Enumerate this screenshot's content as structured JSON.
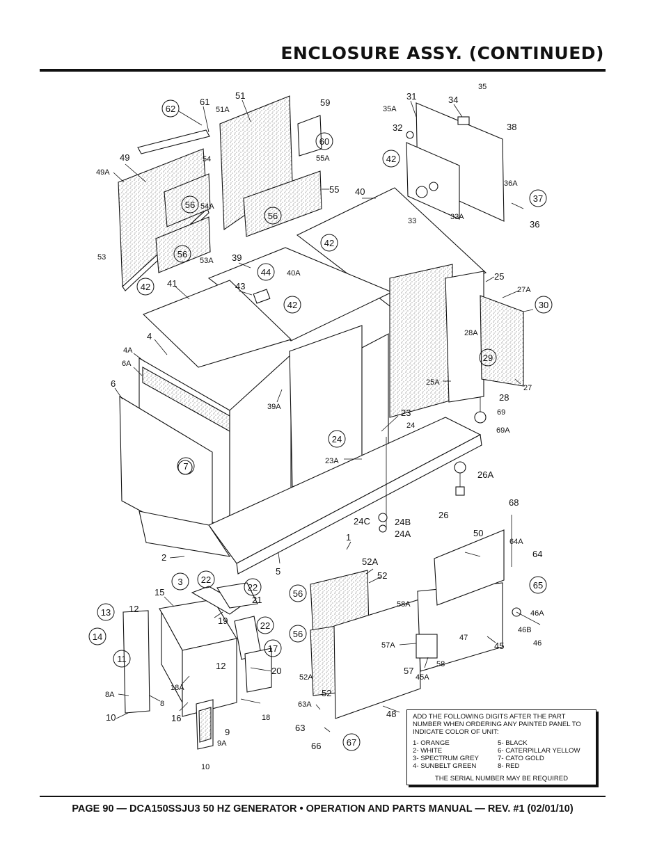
{
  "header": {
    "title": "ENCLOSURE ASSY. (CONTINUED)"
  },
  "footer": {
    "text": "PAGE 90 — DCA150SSJU3 50 HZ GENERATOR • OPERATION AND PARTS MANUAL — REV. #1 (02/01/10)"
  },
  "legend": {
    "heading": "ADD THE FOLLOWING DIGITS AFTER THE PART NUMBER WHEN ORDERING ANY PAINTED PANEL TO INDICATE COLOR OF UNIT:",
    "colors_left": [
      "1- ORANGE",
      "2- WHITE",
      "3- SPECTRUM GREY",
      "4- SUNBELT GREEN"
    ],
    "colors_right": [
      "5- BLACK",
      "6- CATERPILLAR YELLOW",
      "7- CATO GOLD",
      "8- RED"
    ],
    "note": "THE SERIAL NUMBER MAY BE REQUIRED"
  },
  "callouts": {
    "c62": "62",
    "c61": "61",
    "c51": "51",
    "c51A": "51A",
    "c59": "59",
    "c60": "60",
    "c49": "49",
    "c49A": "49A",
    "c54": "54",
    "c54A": "54A",
    "c55A": "55A",
    "c55": "55",
    "c56a": "56",
    "c56b": "56",
    "c56c": "56",
    "c53": "53",
    "c53A": "53A",
    "c35": "35",
    "c31": "31",
    "c34": "34",
    "c35A": "35A",
    "c32": "32",
    "c38": "38",
    "c42a": "42",
    "c40": "40",
    "c33": "33",
    "c33A": "33A",
    "c36A": "36A",
    "c37": "37",
    "c36": "36",
    "c42b": "42",
    "c39": "39",
    "c44": "44",
    "c40A": "40A",
    "c43": "43",
    "c42c": "42",
    "c41": "41",
    "c42d": "42",
    "c25": "25",
    "c27A": "27A",
    "c30": "30",
    "c28A": "28A",
    "c29": "29",
    "c25A": "25A",
    "c27": "27",
    "c28": "28",
    "c69": "69",
    "c69A": "69A",
    "c4": "4",
    "c4A": "4A",
    "c6A": "6A",
    "c6": "6",
    "c39A": "39A",
    "c23": "23",
    "c24": "24",
    "c24b": "24",
    "c23A": "23A",
    "c7": "7",
    "c26A": "26A",
    "c26": "26",
    "c24C": "24C",
    "c24B": "24B",
    "c24A": "24A",
    "c1": "1",
    "c68": "68",
    "c50": "50",
    "c64A": "64A",
    "c64": "64",
    "c65": "65",
    "c2": "2",
    "c3": "3",
    "c5": "5",
    "c52A": "52A",
    "c52": "52",
    "c22a": "22",
    "c22b": "22",
    "c21": "21",
    "c15": "15",
    "c19": "19",
    "c22c": "22",
    "c56d": "56",
    "c56e": "56",
    "c58A": "58A",
    "c46A": "46A",
    "c46B": "46B",
    "c46": "46",
    "c45": "45",
    "c47": "47",
    "c57A": "57A",
    "c13": "13",
    "c12": "12",
    "c14": "14",
    "c17": "17",
    "c20": "20",
    "c12b": "12",
    "c11": "11",
    "c18A": "18A",
    "c58": "58",
    "c57": "57",
    "c45A": "45A",
    "c52Ab": "52A",
    "c52b": "52",
    "c8A": "8A",
    "c8": "8",
    "c10": "10",
    "c16": "16",
    "c18": "18",
    "c63A": "63A",
    "c48": "48",
    "c9": "9",
    "c9A": "9A",
    "c63": "63",
    "c66": "66",
    "c67": "67",
    "c10b": "10"
  }
}
